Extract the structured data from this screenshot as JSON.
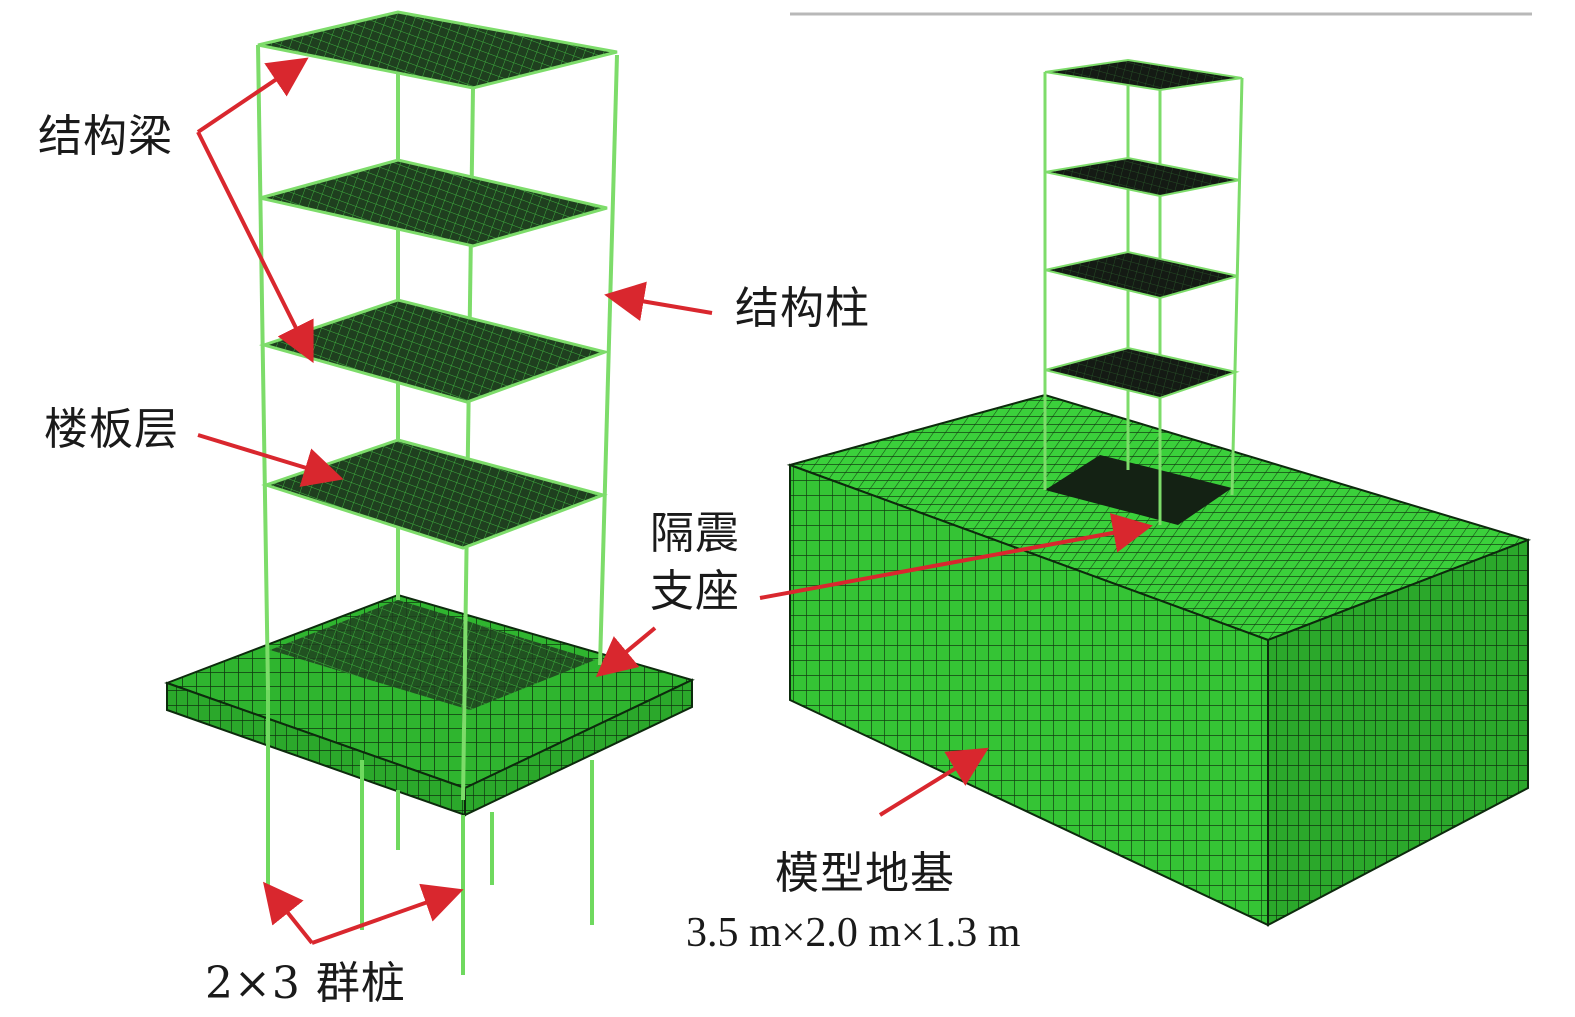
{
  "labels": {
    "beam": "结构梁",
    "column": "结构柱",
    "slab": "楼板层",
    "bearing_line1": "隔震",
    "bearing_line2": "支座",
    "pile": "2×3 群桩",
    "foundation": "模型地基",
    "foundation_dim": "3.5 m×2.0 m×1.3 m"
  },
  "colors": {
    "mesh_green": "#33cc33",
    "frame_green": "#7ddc6a",
    "slab_dark": "#1a3a1a",
    "arrow_red": "#d9272e"
  }
}
